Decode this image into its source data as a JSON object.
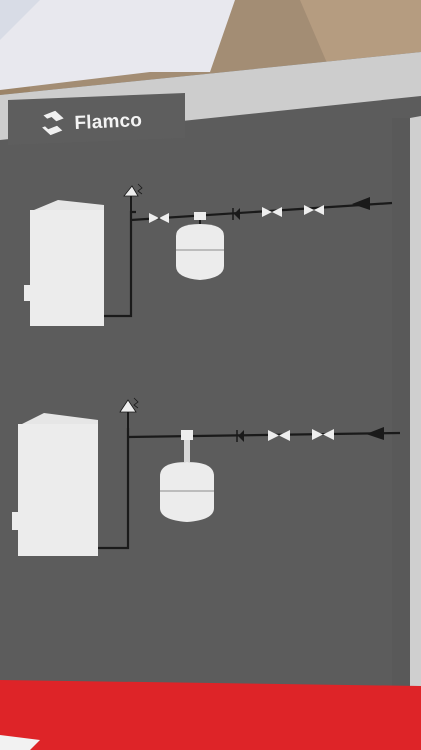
{
  "brand": {
    "name": "Flamco",
    "logo_icon": "flamco-logo-icon"
  },
  "colors": {
    "background_wood": "#a8927a",
    "brochure_dark": "#5a5a5a",
    "header_band": "#cfcfcf",
    "red_band": "#e0262a",
    "diagram_white": "#eeeeee",
    "line_black": "#1a1a1a"
  },
  "diagrams": [
    {
      "name": "upper-installation-diagram"
    },
    {
      "name": "lower-installation-diagram"
    }
  ]
}
